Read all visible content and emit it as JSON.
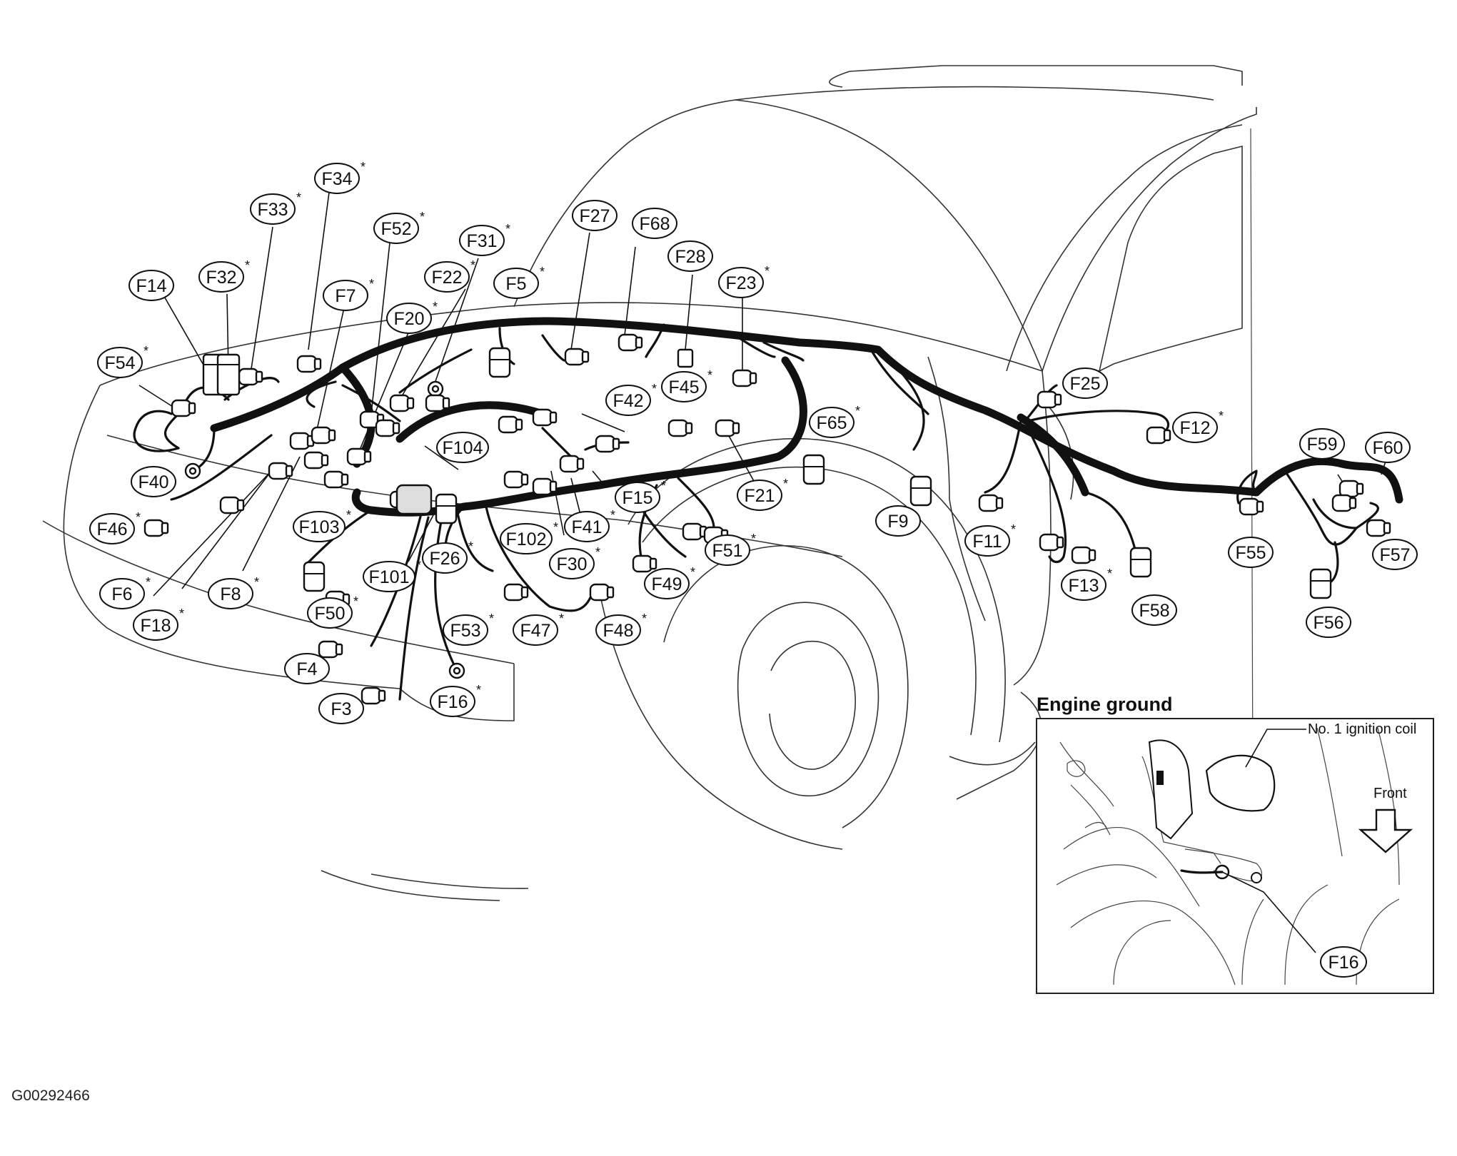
{
  "figure_id": "G00292466",
  "inset": {
    "title": "Engine ground",
    "note_coil": "No. 1 ignition coil",
    "note_front": "Front",
    "label_ground": "F16"
  },
  "connectors": [
    {
      "id": "f34",
      "label": "F34",
      "star": true
    },
    {
      "id": "f33",
      "label": "F33",
      "star": true
    },
    {
      "id": "f52",
      "label": "F52",
      "star": true
    },
    {
      "id": "f31",
      "label": "F31",
      "star": true
    },
    {
      "id": "f27",
      "label": "F27",
      "star": false
    },
    {
      "id": "f68",
      "label": "F68",
      "star": false
    },
    {
      "id": "f28",
      "label": "F28",
      "star": false
    },
    {
      "id": "f14",
      "label": "F14",
      "star": false
    },
    {
      "id": "f32",
      "label": "F32",
      "star": true
    },
    {
      "id": "f22",
      "label": "F22",
      "star": true
    },
    {
      "id": "f5",
      "label": "F5",
      "star": true
    },
    {
      "id": "f23",
      "label": "F23",
      "star": true
    },
    {
      "id": "f7",
      "label": "F7",
      "star": true
    },
    {
      "id": "f20",
      "label": "F20",
      "star": true
    },
    {
      "id": "f54",
      "label": "F54",
      "star": true
    },
    {
      "id": "f45",
      "label": "F45",
      "star": true
    },
    {
      "id": "f25",
      "label": "F25",
      "star": false
    },
    {
      "id": "f42",
      "label": "F42",
      "star": true
    },
    {
      "id": "f65",
      "label": "F65",
      "star": true
    },
    {
      "id": "f12",
      "label": "F12",
      "star": true
    },
    {
      "id": "f104",
      "label": "F104",
      "star": false
    },
    {
      "id": "f59",
      "label": "F59",
      "star": false
    },
    {
      "id": "f60",
      "label": "F60",
      "star": false
    },
    {
      "id": "f40",
      "label": "F40",
      "star": false
    },
    {
      "id": "f15",
      "label": "F15",
      "star": true
    },
    {
      "id": "f21",
      "label": "F21",
      "star": true
    },
    {
      "id": "f9",
      "label": "F9",
      "star": false
    },
    {
      "id": "f46",
      "label": "F46",
      "star": true
    },
    {
      "id": "f103",
      "label": "F103",
      "star": true
    },
    {
      "id": "f102",
      "label": "F102",
      "star": true
    },
    {
      "id": "f41",
      "label": "F41",
      "star": true
    },
    {
      "id": "f11",
      "label": "F11",
      "star": true
    },
    {
      "id": "f55",
      "label": "F55",
      "star": false
    },
    {
      "id": "f57",
      "label": "F57",
      "star": false
    },
    {
      "id": "f51",
      "label": "F51",
      "star": true
    },
    {
      "id": "f26",
      "label": "F26",
      "star": true
    },
    {
      "id": "f30",
      "label": "F30",
      "star": true
    },
    {
      "id": "f101",
      "label": "F101",
      "star": true
    },
    {
      "id": "f13",
      "label": "F13",
      "star": true
    },
    {
      "id": "f6",
      "label": "F6",
      "star": true
    },
    {
      "id": "f8",
      "label": "F8",
      "star": true
    },
    {
      "id": "f49",
      "label": "F49",
      "star": true
    },
    {
      "id": "f58",
      "label": "F58",
      "star": false
    },
    {
      "id": "f50",
      "label": "F50",
      "star": true
    },
    {
      "id": "f18",
      "label": "F18",
      "star": true
    },
    {
      "id": "f56",
      "label": "F56",
      "star": false
    },
    {
      "id": "f53",
      "label": "F53",
      "star": true
    },
    {
      "id": "f47",
      "label": "F47",
      "star": true
    },
    {
      "id": "f48",
      "label": "F48",
      "star": true
    },
    {
      "id": "f4",
      "label": "F4",
      "star": false
    },
    {
      "id": "f3",
      "label": "F3",
      "star": false
    },
    {
      "id": "f16",
      "label": "F16",
      "star": true
    }
  ]
}
